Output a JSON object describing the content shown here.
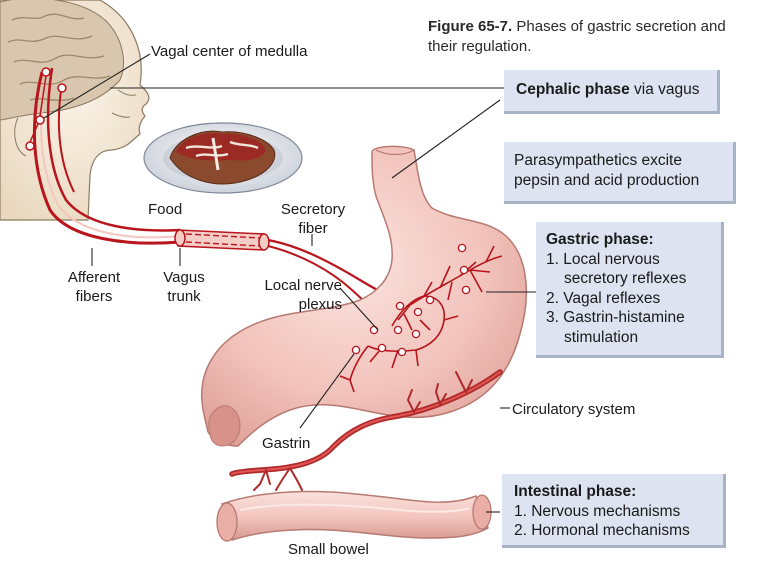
{
  "caption": {
    "figure_number": "Figure 65-7.",
    "text": "Phases of gastric secretion and their regulation."
  },
  "labels": {
    "vagal_center": "Vagal center of medulla",
    "food": "Food",
    "secretory_fiber": [
      "Secretory",
      "fiber"
    ],
    "afferent_fibers": [
      "Afferent",
      "fibers"
    ],
    "vagus_trunk": [
      "Vagus",
      "trunk"
    ],
    "local_nerve_plexus": [
      "Local nerve",
      "plexus"
    ],
    "gastrin": "Gastrin",
    "circulatory_system": "Circulatory system",
    "small_bowel": "Small bowel"
  },
  "boxes": {
    "cephalic": {
      "title": "Cephalic phase",
      "rest": " via vagus"
    },
    "parasympathetic": [
      "Parasympathetics excite",
      "pepsin and acid production"
    ],
    "gastric": {
      "title": "Gastric phase:",
      "items": [
        "1. Local nervous secretory reflexes",
        "2. Vagal reflexes",
        "3. Gastrin-histamine stimulation"
      ]
    },
    "intestinal": {
      "title": "Intestinal phase:",
      "items": [
        "1. Nervous mechanisms",
        "2. Hormonal mechanisms"
      ]
    }
  },
  "colors": {
    "stomach_fill": "#f2c6c0",
    "stomach_dark": "#e29e96",
    "nerve_red": "#b8151c",
    "box_fill": "#dde3f0",
    "brain": "#d9c9b3",
    "skin": "#f4e8d6"
  }
}
